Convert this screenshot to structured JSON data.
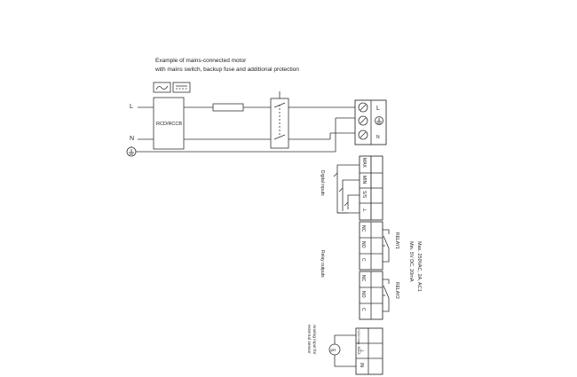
{
  "caption": {
    "line1": "Example of mains-connected motor",
    "line2": "with mains switch, backup fuse and additional protection"
  },
  "lines": {
    "live": "L",
    "neutral": "N"
  },
  "rcd": {
    "label": "RCD/RCCB"
  },
  "mains_terminal": {
    "live": "L",
    "neutral": "N"
  },
  "digital_inputs": {
    "title": "Digital inputs",
    "terminals": [
      "MAX",
      "MIN",
      "S/S",
      "⊥"
    ]
  },
  "relay_outputs": {
    "title": "Relay outputs",
    "relay1": {
      "name": "RELAY1",
      "terminals": [
        "NC",
        "NO",
        "C"
      ]
    },
    "relay2": {
      "name": "RELAY2",
      "terminals": [
        "NC",
        "NO",
        "C"
      ]
    },
    "rating": [
      "Max. 250VAC, 2A, AC1",
      "Min. 5V DC, 20mA"
    ]
  },
  "analog_input": {
    "title_line1": "Analog input for",
    "title_line2": "external sensor",
    "terminals": [
      "+24V/ max. 30mA",
      "⊥",
      "IN"
    ]
  }
}
